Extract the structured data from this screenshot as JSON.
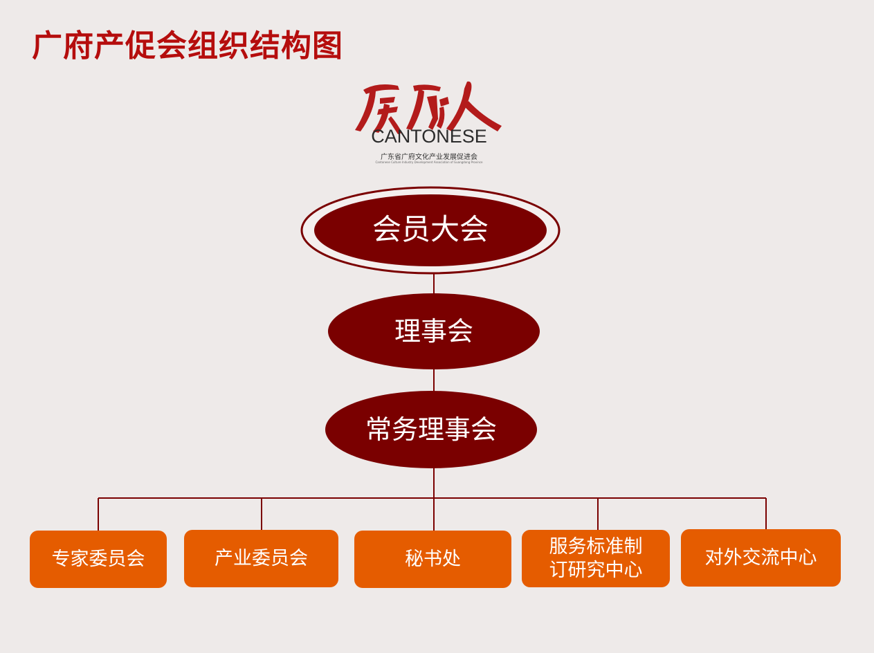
{
  "title": "广府产促会组织结构图",
  "logo": {
    "english": "CANTONESE",
    "chinese": "广东省广府文化产业发展促进会",
    "english_sub": "Cantonese Culture Industry Development Association of Guangdong Province",
    "script_text": "廣府人"
  },
  "nodes": {
    "general_assembly": "会员大会",
    "council": "理事会",
    "standing_council": "常务理事会"
  },
  "departments": [
    "专家委员会",
    "产业委员会",
    "秘书处",
    "服务标准制\n订研究中心",
    "对外交流中心"
  ],
  "colors": {
    "background": "#eeeae9",
    "title": "#b50d0d",
    "ellipse": "#7a0000",
    "ellipse_ring": "#7a0000",
    "box": "#e55c00",
    "line": "#7a0000"
  }
}
